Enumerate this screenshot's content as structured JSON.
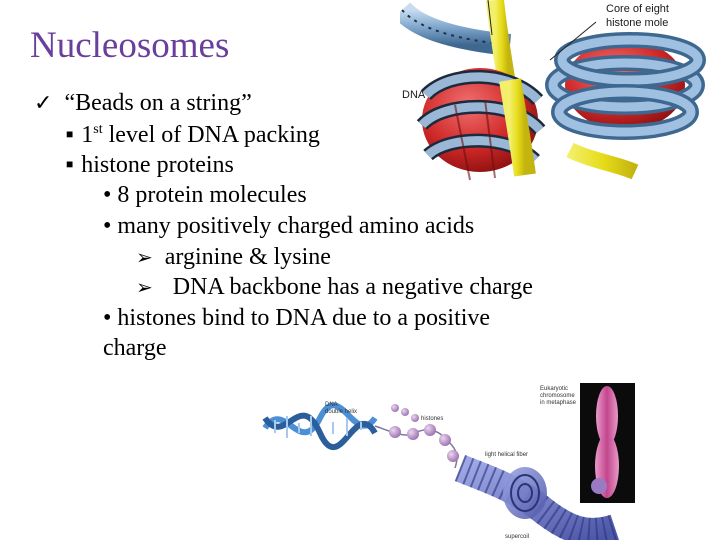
{
  "slide": {
    "title": "Nucleosomes",
    "title_color": "#6a3f9b",
    "bullets": {
      "l0": "“Beads on a string”",
      "l1a_num": "1",
      "l1a_sup": "st",
      "l1a_rest": " level of DNA packing",
      "l1b": "histone proteins",
      "l2a": "8 protein molecules",
      "l2b": "many positively charged amino acids",
      "l3a": "arginine & lysine",
      "l3b": "DNA backbone has a negative charge",
      "l2c_1": "histones bind to DNA due to a positive",
      "l2c_2": "charge"
    },
    "markers": {
      "check": "✓",
      "square": "■",
      "dot": "•",
      "arrow": "➢"
    }
  },
  "figure_top": {
    "label_core_1": "Core of eight",
    "label_core_2": "histone mole",
    "label_dna": "DNA"
  },
  "figure_bottom": {
    "label_double_helix_1": "DNA",
    "label_double_helix_2": "double helix",
    "label_histones": "histones",
    "label_fiber": "light helical fiber",
    "label_chromosome_1": "Eukaryotic",
    "label_chromosome_2": "chromosome",
    "label_chromosome_3": "in metaphase",
    "label_supercoil": "supercoil"
  }
}
